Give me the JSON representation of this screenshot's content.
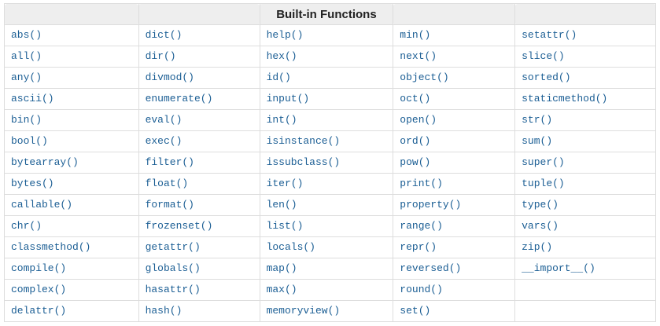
{
  "table": {
    "title": "Built-in Functions",
    "header_cells": [
      "",
      "",
      "Built-in Functions",
      "",
      ""
    ],
    "rows": [
      {
        "cells": [
          "abs()",
          "dict()",
          "help()",
          "min()",
          "setattr()"
        ]
      },
      {
        "cells": [
          "all()",
          "dir()",
          "hex()",
          "next()",
          "slice()"
        ]
      },
      {
        "cells": [
          "any()",
          "divmod()",
          "id()",
          "object()",
          "sorted()"
        ]
      },
      {
        "cells": [
          "ascii()",
          "enumerate()",
          "input()",
          "oct()",
          "staticmethod()"
        ]
      },
      {
        "cells": [
          "bin()",
          "eval()",
          "int()",
          "open()",
          "str()"
        ]
      },
      {
        "cells": [
          "bool()",
          "exec()",
          "isinstance()",
          "ord()",
          "sum()"
        ]
      },
      {
        "cells": [
          "bytearray()",
          "filter()",
          "issubclass()",
          "pow()",
          "super()"
        ]
      },
      {
        "cells": [
          "bytes()",
          "float()",
          "iter()",
          "print()",
          "tuple()"
        ]
      },
      {
        "cells": [
          "callable()",
          "format()",
          "len()",
          "property()",
          "type()"
        ]
      },
      {
        "cells": [
          "chr()",
          "frozenset()",
          "list()",
          "range()",
          "vars()"
        ]
      },
      {
        "cells": [
          "classmethod()",
          "getattr()",
          "locals()",
          "repr()",
          "zip()"
        ]
      },
      {
        "cells": [
          "compile()",
          "globals()",
          "map()",
          "reversed()",
          "__import__()"
        ]
      },
      {
        "cells": [
          "complex()",
          "hasattr()",
          "max()",
          "round()",
          ""
        ]
      },
      {
        "cells": [
          "delattr()",
          "hash()",
          "memoryview()",
          "set()",
          ""
        ]
      }
    ],
    "colors": {
      "link": "#1b5e94",
      "header_bg": "#eeeeee",
      "border": "#dddddd",
      "header_text": "#222222"
    }
  }
}
